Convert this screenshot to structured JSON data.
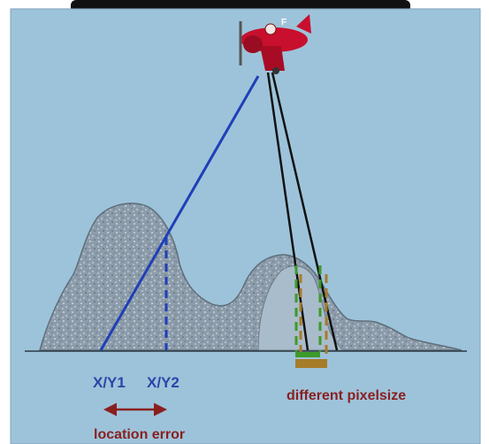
{
  "labels": {
    "xy1": "X/Y1",
    "xy2": "X/Y2",
    "different_pixelsize": "different pixelsize",
    "location_error": "location error",
    "aircraft_marking": "F"
  },
  "colors": {
    "sky": "#9dc3da",
    "ground_line": "#2b3a44",
    "mountain_fill": "#8a9aa7",
    "mountain_stroke": "#5f6e7a",
    "blue_line": "#1f3fb8",
    "black_line": "#111111",
    "green_dash": "#3d9a2a",
    "brown_dash": "#a67c28",
    "label_blue": "#2a45a8",
    "label_red": "#8a1f1f",
    "arrow": "#8a1f1f",
    "plane": "#c8102e",
    "top_bar": "#111111"
  }
}
